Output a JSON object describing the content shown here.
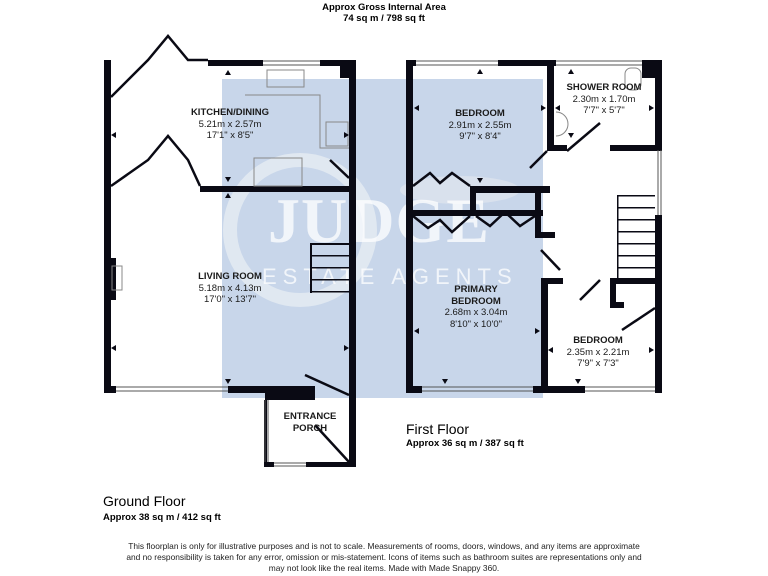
{
  "header": {
    "title": "Approx Gross Internal Area",
    "area": "74 sq m / 798 sq ft"
  },
  "watermark": {
    "brand": "JUDGE",
    "subtitle": "ESTATE AGENTS",
    "color": "#c8d6ea"
  },
  "ground_floor": {
    "title": "Ground Floor",
    "area": "Approx 38 sq m / 412 sq ft",
    "rooms": [
      {
        "name": "KITCHEN/DINING",
        "metric": "5.21m x 2.57m",
        "imperial": "17'1\" x 8'5\""
      },
      {
        "name": "LIVING ROOM",
        "metric": "5.18m x 4.13m",
        "imperial": "17'0\" x 13'7\""
      },
      {
        "name": "ENTRANCE",
        "name2": "PORCH"
      }
    ]
  },
  "first_floor": {
    "title": "First Floor",
    "area": "Approx 36 sq m / 387 sq ft",
    "rooms": [
      {
        "name": "BEDROOM",
        "metric": "2.91m x 2.55m",
        "imperial": "9'7\" x 8'4\""
      },
      {
        "name": "SHOWER ROOM",
        "metric": "2.30m x 1.70m",
        "imperial": "7'7\" x 5'7\""
      },
      {
        "name": "PRIMARY",
        "name2": "BEDROOM",
        "metric": "2.68m x 3.04m",
        "imperial": "8'10\" x 10'0\""
      },
      {
        "name": "BEDROOM",
        "metric": "2.35m x 2.21m",
        "imperial": "7'9\" x 7'3\""
      }
    ]
  },
  "disclaimer": {
    "line1": "This floorplan is only for illustrative purposes and is not to scale. Measurements of rooms, doors, windows, and any items are approximate",
    "line2": "and no responsibility is taken for any error, omission or mis-statement. Icons of items such as bathroom suites are representations only and",
    "line3": "may not look like the real items. Made with Made Snappy 360."
  }
}
